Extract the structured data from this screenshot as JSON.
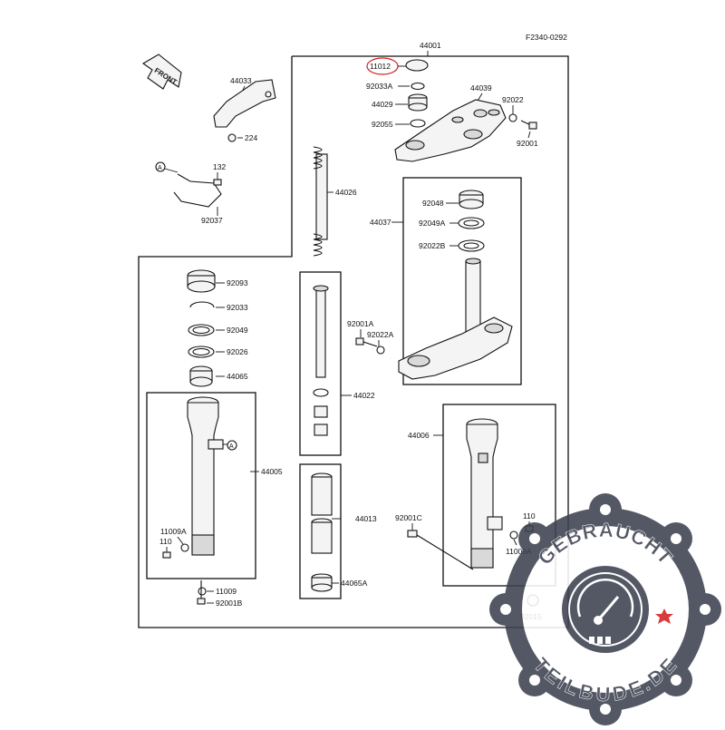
{
  "diagram_code": "F2340-0292",
  "front_label": "FRONT",
  "callouts": {
    "c44001": "44001",
    "c11012": "11012",
    "c92033A": "92033A",
    "c44029": "44029",
    "c92055": "92055",
    "c44039": "44039",
    "c92022": "92022",
    "c92001": "92001",
    "c44033": "44033",
    "c224": "224",
    "c132": "132",
    "c92037": "92037",
    "c44026": "44026",
    "c92048": "92048",
    "c44037": "44037",
    "c92049A": "92049A",
    "c92022B": "92022B",
    "c92093": "92093",
    "c92033": "92033",
    "c92049": "92049",
    "c92026": "92026",
    "c44065": "44065",
    "c92001A": "92001A",
    "c92022A": "92022A",
    "c44022": "44022",
    "c44005": "44005",
    "c11009A_left": "11009A",
    "c110_left": "110",
    "c11009": "11009",
    "c92001B": "92001B",
    "c44013": "44013",
    "c44065A": "44065A",
    "c44006": "44006",
    "c92001C": "92001C",
    "c110_right": "110",
    "c11009A_right": "11009A",
    "c92015": "92015"
  },
  "marker_A": "A",
  "watermark": {
    "line1": "GEBRAUCHT",
    "line2": "TEILBUDE.DE"
  },
  "colors": {
    "highlight_circle": "#d22020",
    "watermark_gear": "#3d4250",
    "watermark_star": "#d22020"
  }
}
